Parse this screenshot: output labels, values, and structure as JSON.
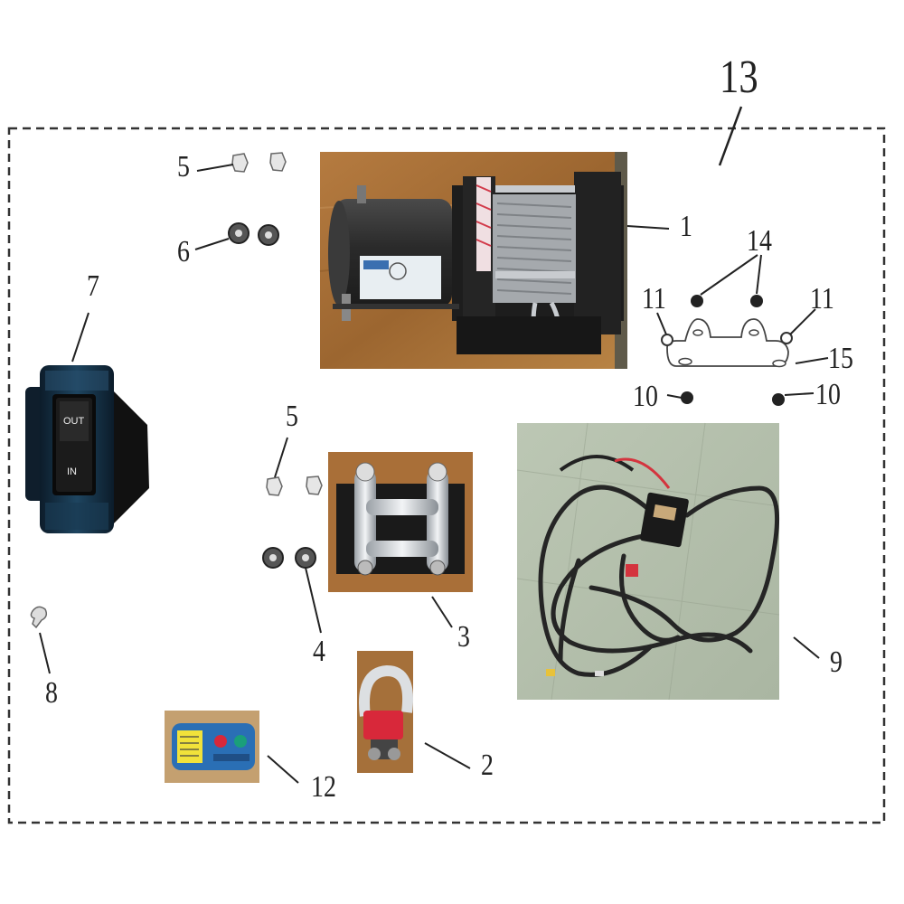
{
  "callouts": {
    "c1": "1",
    "c2": "2",
    "c3": "3",
    "c4": "4",
    "c5a": "5",
    "c5b": "5",
    "c6": "6",
    "c7": "7",
    "c8": "8",
    "c9": "9",
    "c10a": "10",
    "c10b": "10",
    "c11a": "11",
    "c11b": "11",
    "c12": "12",
    "c13": "13",
    "c14": "14",
    "c15": "15"
  },
  "switch_labels": {
    "out": "OUT",
    "in": "IN"
  },
  "colors": {
    "background": "#ffffff",
    "kit_border": "#333333",
    "wood": "#a8703a",
    "winch_body": "#2f2f2f",
    "cable_gray": "#a5a9ad",
    "shackle_red": "#d8283a",
    "switch_blue": "#14324a",
    "remote_blue": "#2a6fb5",
    "floor_green": "#b6c2ad"
  },
  "parts": [
    {
      "id": "winch",
      "icon": "winch-icon"
    },
    {
      "id": "shackle",
      "icon": "shackle-icon"
    },
    {
      "id": "roller-fairlead",
      "icon": "fairlead-icon"
    },
    {
      "id": "nut",
      "icon": "nut-icon"
    },
    {
      "id": "bolt",
      "icon": "bolt-icon"
    },
    {
      "id": "switch",
      "icon": "rocker-switch-icon"
    },
    {
      "id": "screw",
      "icon": "screw-icon"
    },
    {
      "id": "wiring-harness",
      "icon": "cable-harness-icon"
    },
    {
      "id": "remote",
      "icon": "remote-control-icon"
    },
    {
      "id": "mounting-bracket",
      "icon": "bracket-icon"
    }
  ]
}
